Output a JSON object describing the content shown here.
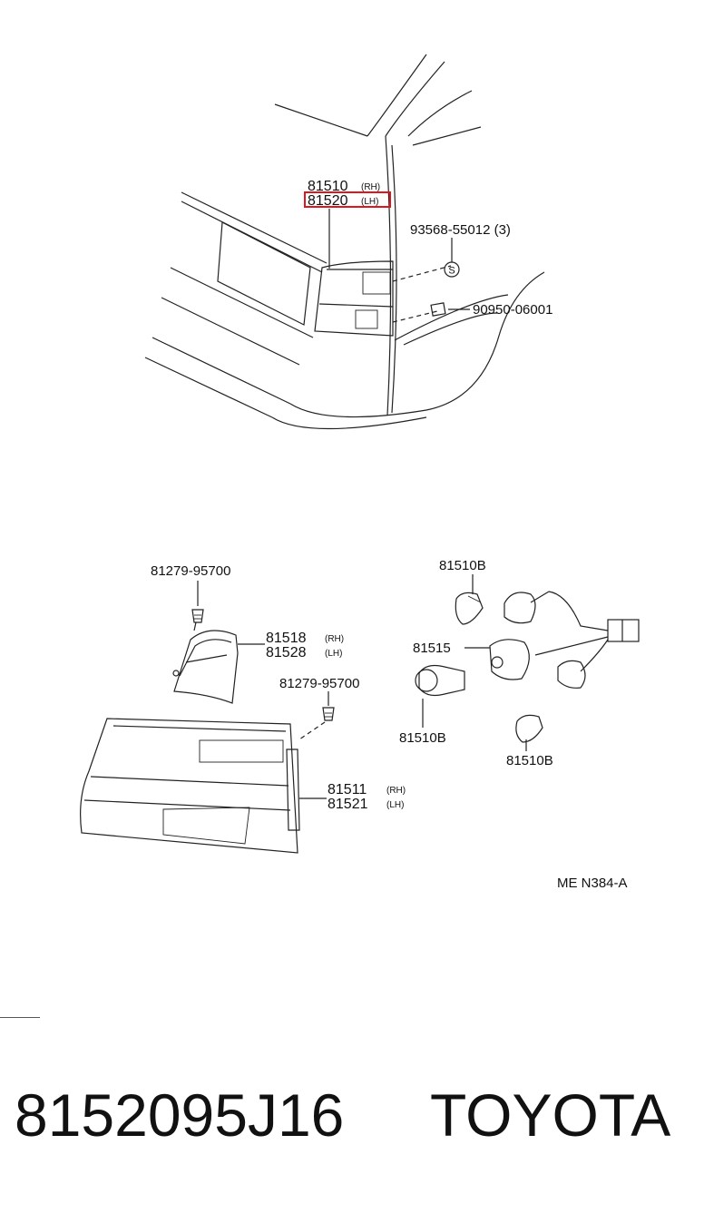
{
  "diagram_code": "ME N384-A",
  "footer": {
    "part_number": "8152095J16",
    "brand": "TOYOTA"
  },
  "highlight_color": "#e0161c",
  "top_callouts": {
    "lamp_rh": {
      "number": "81510",
      "side": "(RH)"
    },
    "lamp_lh": {
      "number": "81520",
      "side": "(LH)"
    },
    "screw": "93568-55012 (3)",
    "screw_symbol": "S",
    "clip": "90950-06001"
  },
  "bottom_callouts": {
    "screw_upper": "81279-95700",
    "screw_lower": "81279-95700",
    "gasket_rh": {
      "number": "81518",
      "side": "(RH)"
    },
    "gasket_lh": {
      "number": "81528",
      "side": "(LH)"
    },
    "lens_rh": {
      "number": "81511",
      "side": "(RH)"
    },
    "lens_lh": {
      "number": "81521",
      "side": "(LH)"
    },
    "socket": "81515",
    "bulb_top": "81510B",
    "bulb_mid": "81510B",
    "bulb_right": "81510B"
  }
}
